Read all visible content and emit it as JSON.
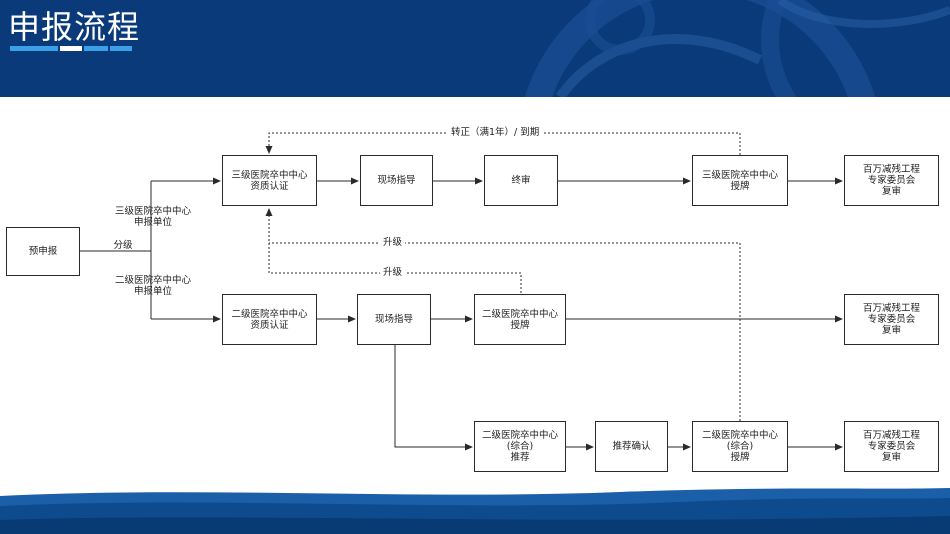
{
  "header": {
    "title": "申报流程"
  },
  "nodes": {
    "pre_apply": [
      "预申报"
    ],
    "l3_cert": [
      "三级医院卒中中心",
      "资质认证"
    ],
    "l3_onsite": [
      "现场指导"
    ],
    "l3_final_review": [
      "终审"
    ],
    "l3_award": [
      "三级医院卒中中心",
      "授牌"
    ],
    "l3_committee": [
      "百万减残工程",
      "专家委员会",
      "复审"
    ],
    "l2_cert": [
      "二级医院卒中中心",
      "资质认证"
    ],
    "l2_onsite": [
      "现场指导"
    ],
    "l2_award": [
      "二级医院卒中中心",
      "授牌"
    ],
    "l2_committee": [
      "百万减残工程",
      "专家委员会",
      "复审"
    ],
    "l2c_recommend": [
      "二级医院卒中中心",
      "(综合)",
      "推荐"
    ],
    "l2c_confirm": [
      "推荐确认"
    ],
    "l2c_award": [
      "二级医院卒中中心",
      "(综合)",
      "授牌"
    ],
    "l2c_committee": [
      "百万减残工程",
      "专家委员会",
      "复审"
    ]
  },
  "edge_labels": {
    "l3_applicant": [
      "三级医院卒中中心",
      "申报单位"
    ],
    "grading": "分级",
    "l2_applicant": [
      "二级医院卒中中心",
      "申报单位"
    ],
    "regularize": "转正（满1年）/ 到期",
    "upgrade_1": "升级",
    "upgrade_2": "升级"
  },
  "colors": {
    "header_bg": "#0a3a7a",
    "accent_blue": "#3aa0e8",
    "line": "#2a2a2a",
    "footer_blue": "#1a5fa8"
  }
}
